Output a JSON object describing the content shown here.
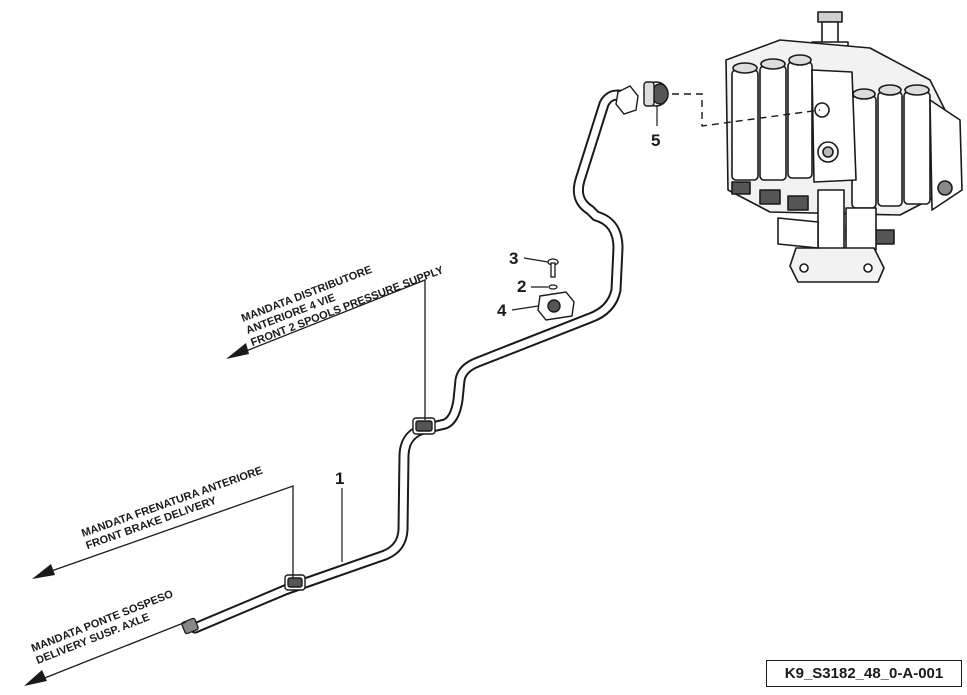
{
  "callouts": {
    "front_spools": {
      "line1": "MANDATA DISTRIBUTORE",
      "line2": "ANTERIORE 4 VIE",
      "line3": "FRONT 2 SPOOLS PRESSURE SUPPLY"
    },
    "front_brake": {
      "line1": "MANDATA FRENATURA ANTERIORE",
      "line2": "FRONT BRAKE DELIVERY"
    },
    "susp_axle": {
      "line1": "MANDATA PONTE SOSPESO",
      "line2": "DELIVERY SUSP. AXLE"
    }
  },
  "parts": {
    "p1": "1",
    "p2": "2",
    "p3": "3",
    "p4": "4",
    "p5": "5"
  },
  "reference_code": "K9_S3182_48_0-A-001"
}
